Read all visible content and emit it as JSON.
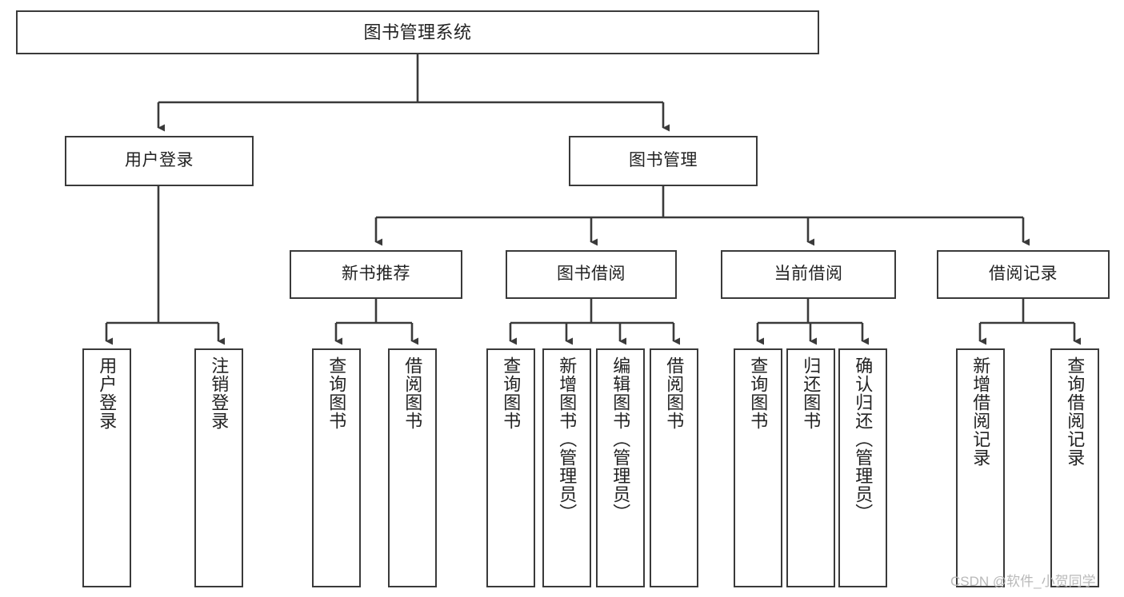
{
  "diagram": {
    "type": "tree",
    "title": "图书管理系统",
    "orientation": "top-down",
    "colors": {
      "box_border": "#3a3a3a",
      "box_fill": "#ffffff",
      "connector": "#3a3a3a",
      "text": "#222222",
      "watermark": "#b9b9b9",
      "background": "#ffffff"
    },
    "nodes": {
      "root": {
        "label": "图书管理系统"
      },
      "level2": [
        {
          "id": "user-login",
          "label": "用户登录"
        },
        {
          "id": "book-manage",
          "label": "图书管理"
        }
      ],
      "level3": [
        {
          "id": "new-book-recommend",
          "label": "新书推荐",
          "parent": "book-manage"
        },
        {
          "id": "book-borrow",
          "label": "图书借阅",
          "parent": "book-manage"
        },
        {
          "id": "current-borrow",
          "label": "当前借阅",
          "parent": "book-manage"
        },
        {
          "id": "borrow-record",
          "label": "借阅记录",
          "parent": "book-manage"
        }
      ],
      "leaves": {
        "user-login": [
          {
            "id": "leaf-user-login",
            "label": "用户登录"
          },
          {
            "id": "leaf-logout",
            "label": "注销登录"
          }
        ],
        "new-book-recommend": [
          {
            "id": "leaf-query-book-1",
            "label": "查询图书"
          },
          {
            "id": "leaf-borrow-book-1",
            "label": "借阅图书"
          }
        ],
        "book-borrow": [
          {
            "id": "leaf-query-book-2",
            "label": "查询图书"
          },
          {
            "id": "leaf-add-book",
            "label": "新增图书（管理员）"
          },
          {
            "id": "leaf-edit-book",
            "label": "编辑图书（管理员）"
          },
          {
            "id": "leaf-borrow-book-2",
            "label": "借阅图书"
          }
        ],
        "current-borrow": [
          {
            "id": "leaf-query-book-3",
            "label": "查询图书"
          },
          {
            "id": "leaf-return-book",
            "label": "归还图书"
          },
          {
            "id": "leaf-confirm-return",
            "label": "确认归还（管理员）"
          }
        ],
        "borrow-record": [
          {
            "id": "leaf-add-record",
            "label": "新增借阅记录"
          },
          {
            "id": "leaf-query-record",
            "label": "查询借阅记录"
          }
        ]
      }
    },
    "watermark": "CSDN @软件_小贺同学"
  }
}
